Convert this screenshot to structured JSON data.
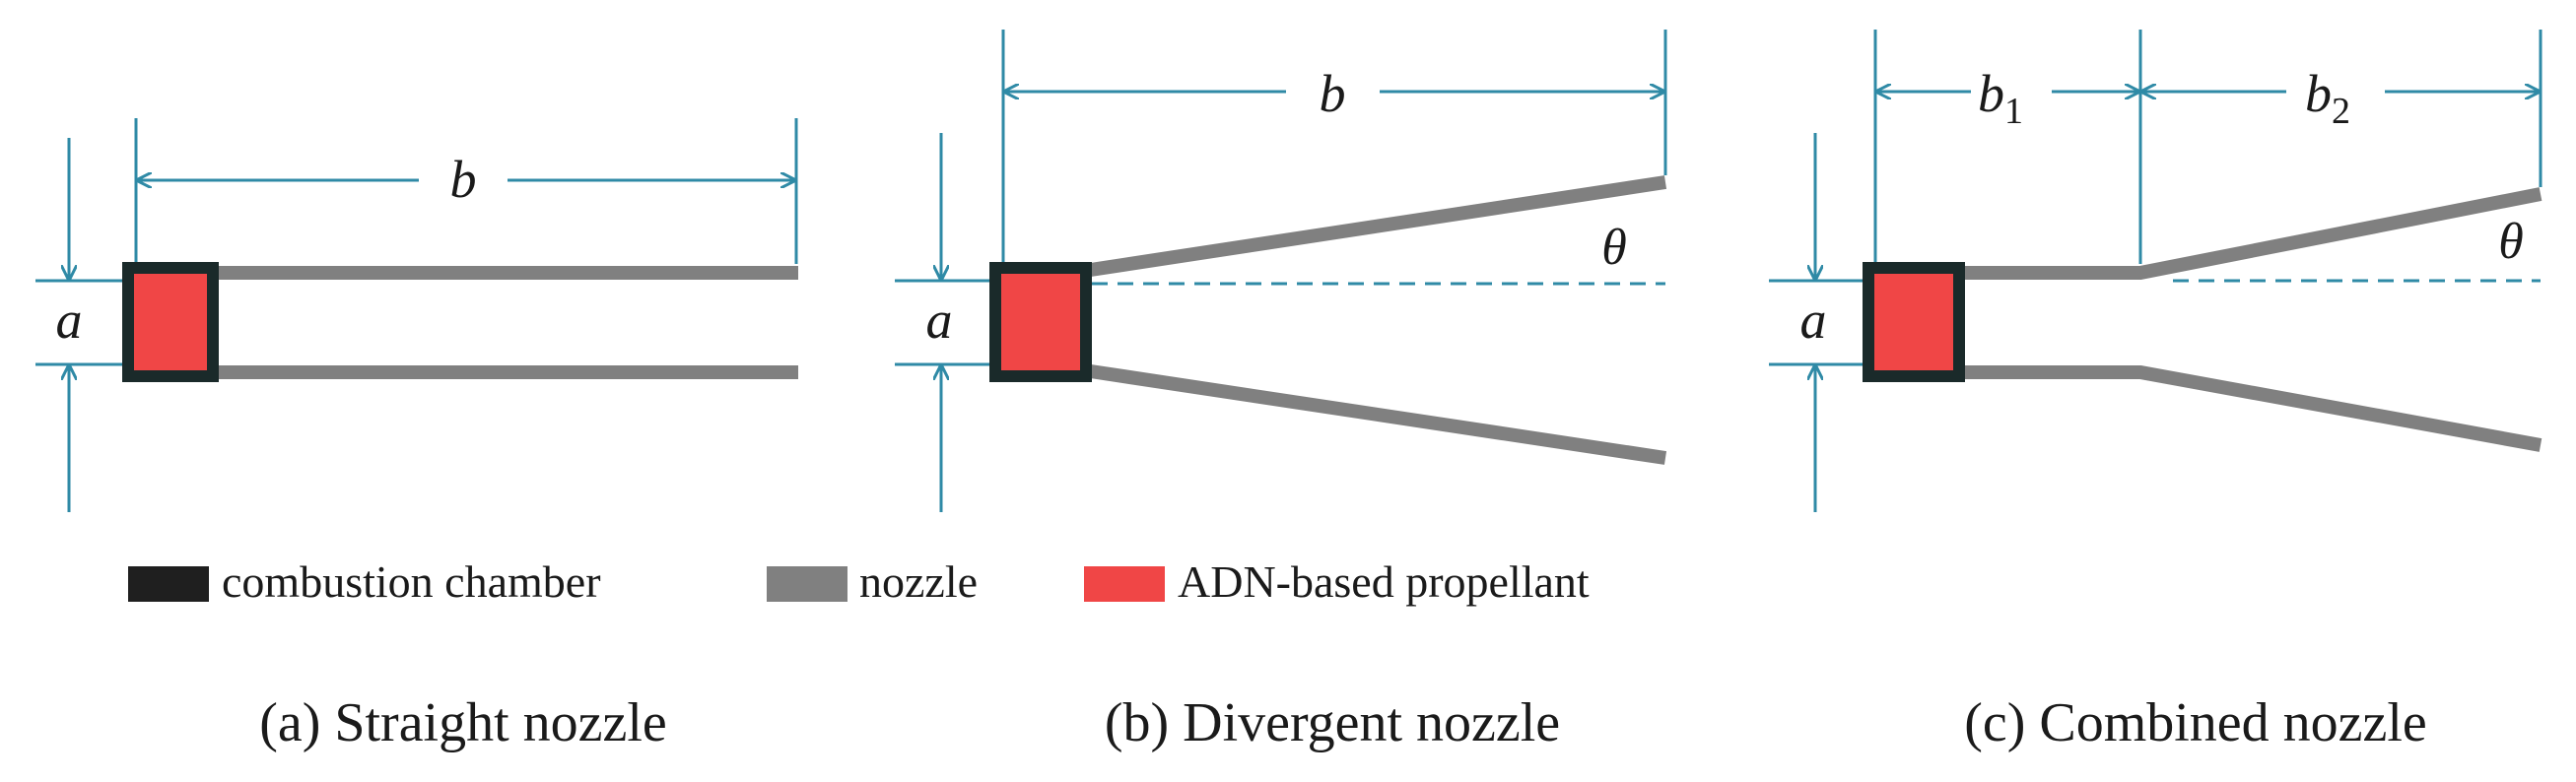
{
  "dimension_labels": {
    "a": "a",
    "b": "b",
    "b1": "b",
    "b1_sub": "1",
    "b2": "b",
    "b2_sub": "2",
    "theta": "θ"
  },
  "legend": {
    "items": [
      {
        "label": "combustion chamber",
        "color": "#1f1f1f"
      },
      {
        "label": "nozzle",
        "color": "#808080"
      },
      {
        "label": "ADN-based propellant",
        "color": "#f04646"
      }
    ]
  },
  "captions": {
    "a": "(a) Straight nozzle",
    "b": "(b) Divergent nozzle",
    "c": "(c) Combined nozzle"
  },
  "colors": {
    "dimension": "#2f8aa6",
    "chamber_border": "#1a2a2a",
    "propellant": "#f04646",
    "nozzle": "#808080"
  }
}
